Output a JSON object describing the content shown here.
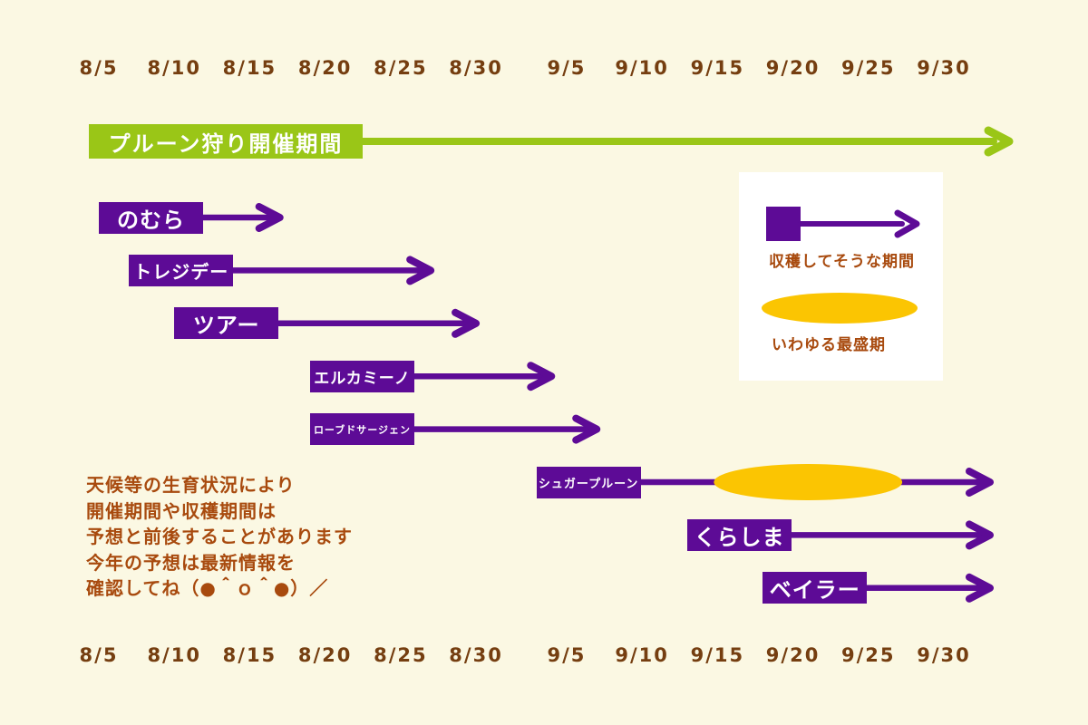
{
  "colors": {
    "background": "#FBF8E3",
    "purple": "#5D0B96",
    "green": "#9AC617",
    "yellow": "#FBC502",
    "axis_brown": "#753E10",
    "note_brown": "#A84A0E",
    "legend_background": "#FFFFFF",
    "chip_text": "#FFFFFF"
  },
  "chart_data": {
    "type": "gantt",
    "title": "プルーン狩り開催期間",
    "x_axis": {
      "ticks": [
        "8/5",
        "8/10",
        "8/15",
        "8/20",
        "8/25",
        "8/30",
        "9/5",
        "9/10",
        "9/15",
        "9/20",
        "9/25",
        "9/30"
      ],
      "range": [
        "8/5",
        "9/30"
      ],
      "shown_top_and_bottom": true,
      "grid": false
    },
    "event_period": {
      "label": "プルーン狩り開催期間",
      "start": "8/5",
      "end": "9/30",
      "extends_beyond_axis": true
    },
    "rows": [
      {
        "label": "のむら",
        "start": "8/5",
        "end": "8/17",
        "extends_beyond_axis": false
      },
      {
        "label": "トレジデー",
        "start": "8/7",
        "end": "8/27",
        "extends_beyond_axis": false
      },
      {
        "label": "ツアー",
        "start": "8/10",
        "end": "8/30",
        "extends_beyond_axis": false
      },
      {
        "label": "エルカミーノ",
        "start": "8/19",
        "end": "9/4",
        "extends_beyond_axis": false
      },
      {
        "label": "ローブドサージェン",
        "start": "8/19",
        "end": "9/7",
        "extends_beyond_axis": false
      },
      {
        "label": "シュガープルーン",
        "start": "9/3",
        "end": "9/30",
        "extends_beyond_axis": true,
        "peak": {
          "start": "9/15",
          "end": "9/27"
        }
      },
      {
        "label": "くらしま",
        "start": "9/13",
        "end": "9/30",
        "extends_beyond_axis": true
      },
      {
        "label": "ベイラー",
        "start": "9/18",
        "end": "9/30",
        "extends_beyond_axis": true
      }
    ],
    "legend": {
      "items": [
        {
          "swatch": "purple-box-arrow",
          "label": "収穫してそうな期間"
        },
        {
          "swatch": "yellow-ellipse",
          "label": "いわゆる最盛期"
        }
      ]
    },
    "note_lines": [
      "天候等の生育状況により",
      "開催期間や収穫期間は",
      "予想と前後することがあります",
      "今年の予想は最新情報を",
      "確認してね（●＾ｏ＾●）／"
    ]
  }
}
